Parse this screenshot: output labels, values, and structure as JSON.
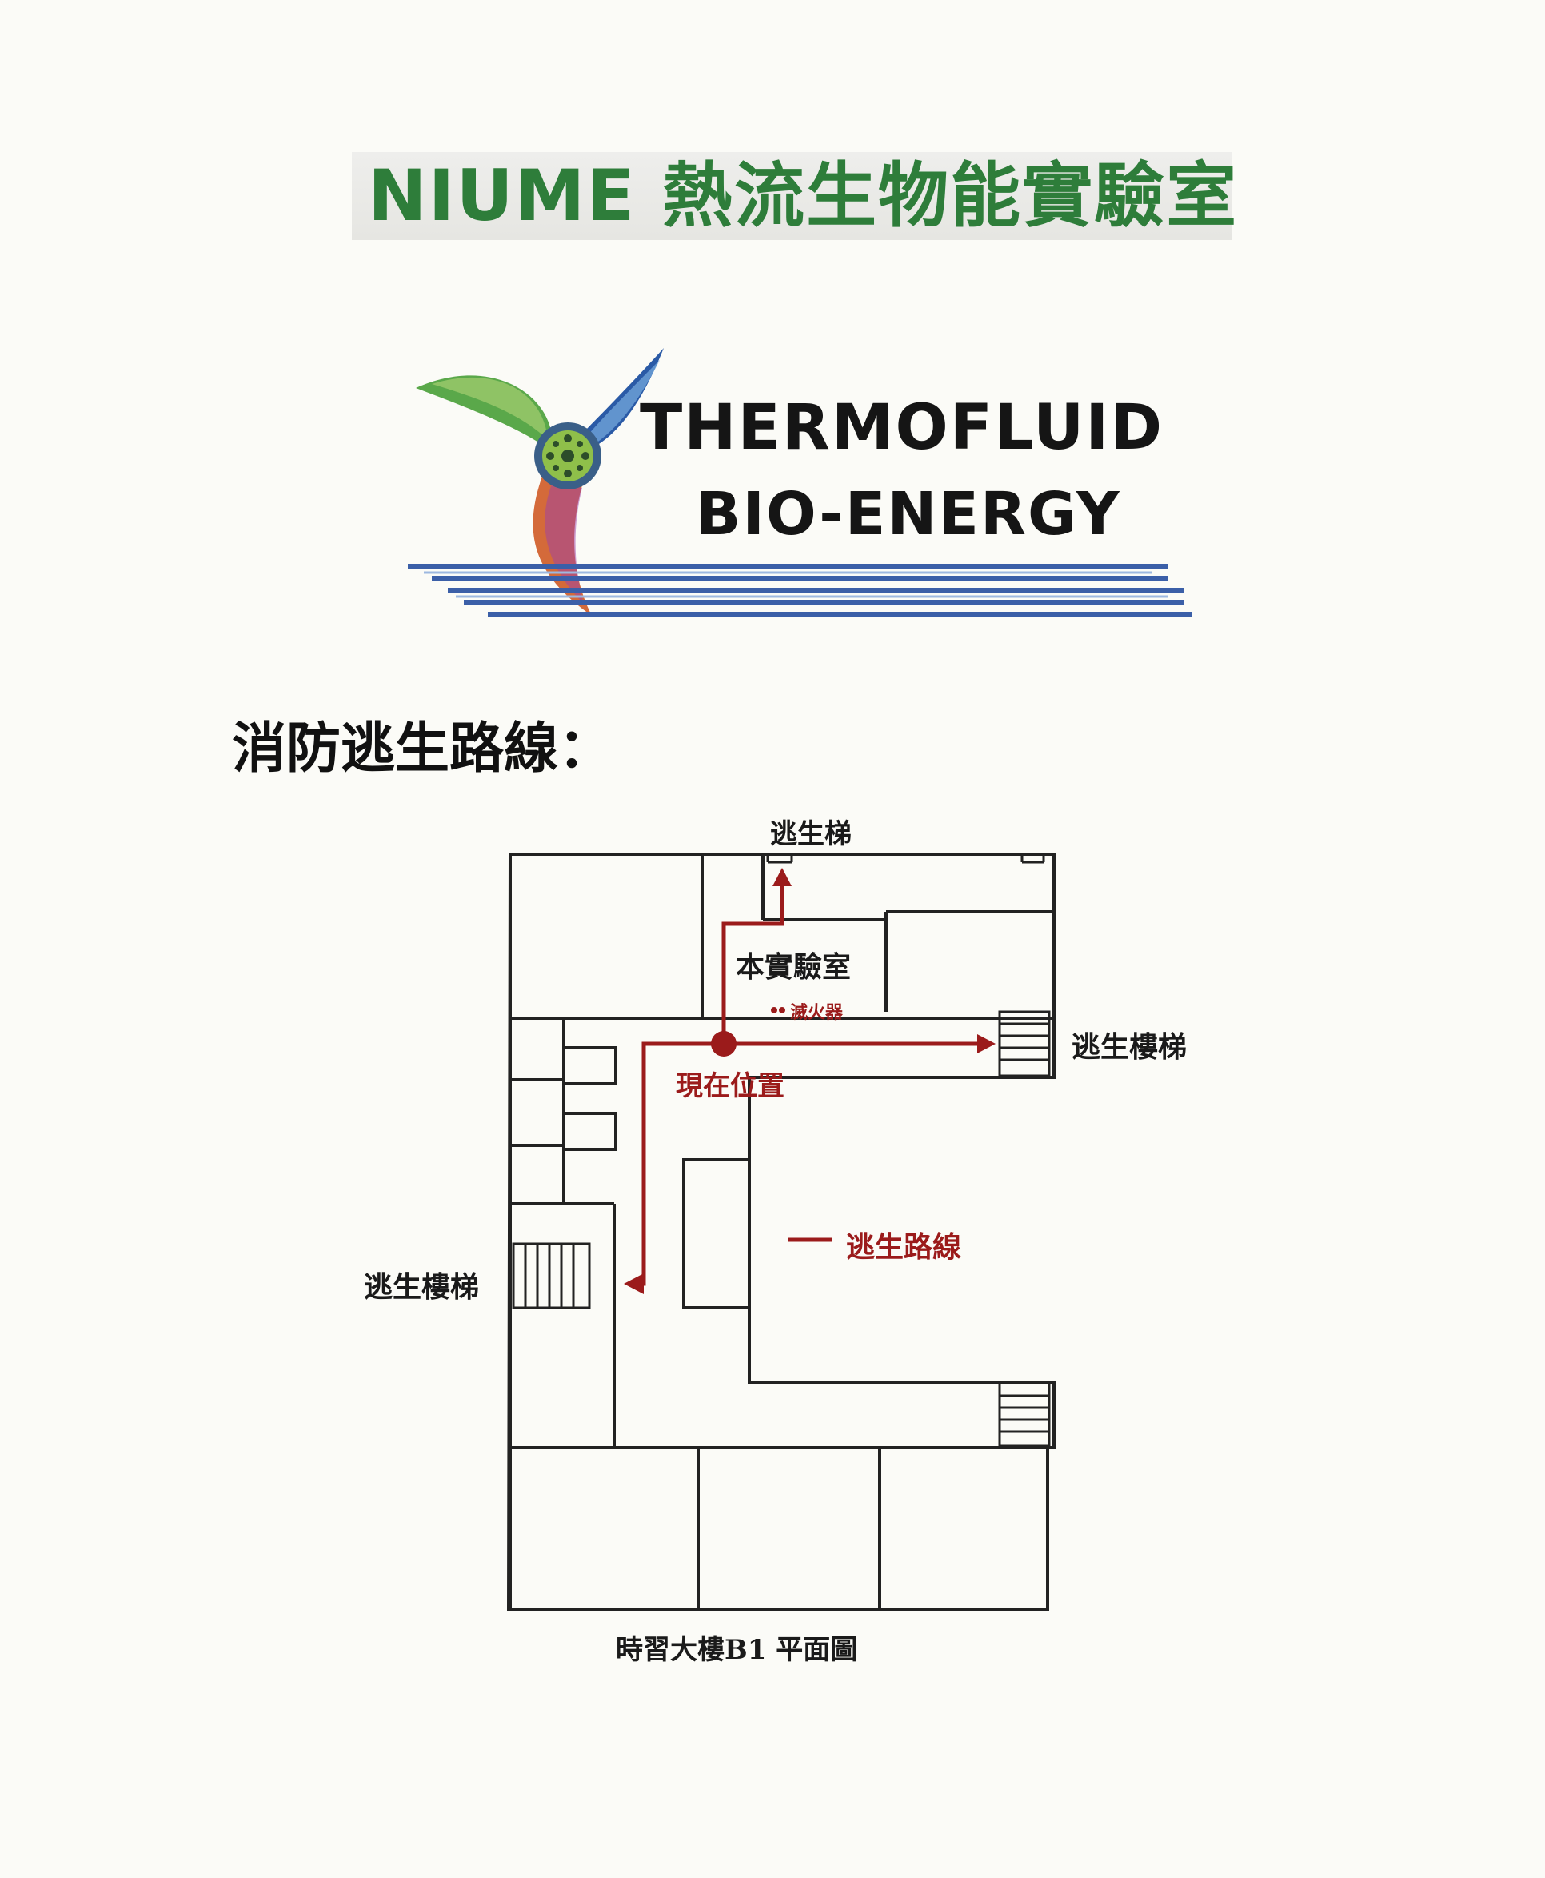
{
  "header": {
    "title": "NIUME 熱流生物能實驗室"
  },
  "logo": {
    "line1": "THERMOFLUID",
    "line2": "BIO-ENERGY"
  },
  "section": {
    "heading": "消防逃生路線："
  },
  "floorplan": {
    "label_escape_stair_top": "逃生梯",
    "label_lab": "本實驗室",
    "label_extinguisher": "滅火器",
    "label_escape_stair_right": "逃生樓梯",
    "label_current_location": "現在位置",
    "label_escape_stair_left": "逃生樓梯",
    "legend_label": "逃生路線",
    "caption": "時習大樓B1  平面圖"
  },
  "colors": {
    "title_green": "#2e7d3a",
    "route_red": "#9b1b1b",
    "walls": "#222222"
  }
}
